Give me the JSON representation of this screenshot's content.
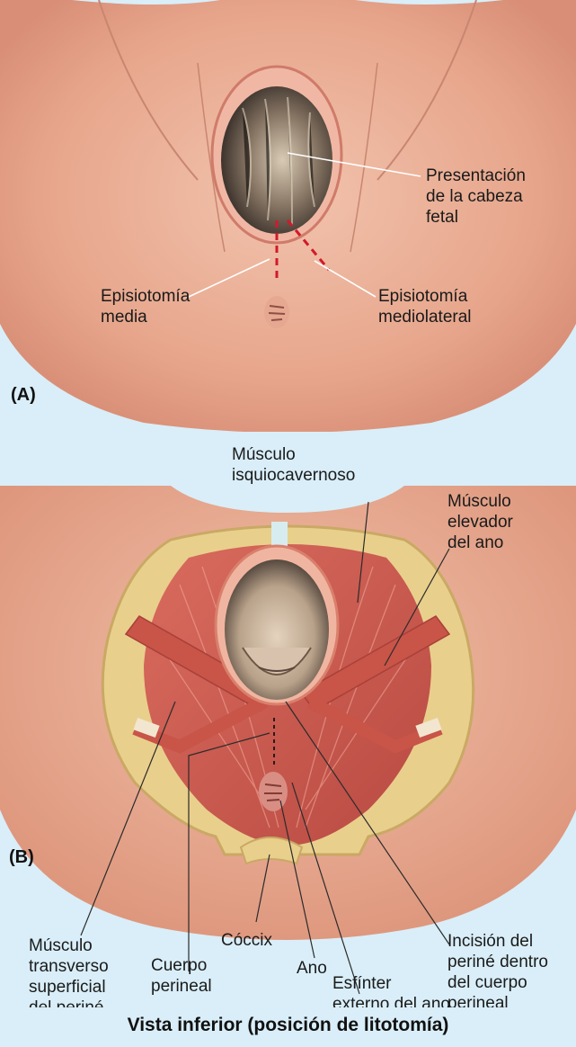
{
  "panel_a": {
    "letter": "(A)",
    "labels": {
      "presentation": "Presentación\nde la cabeza\nfetal",
      "median": "Episiotomía\nmedia",
      "mediolateral": "Episiotomía\nmediolateral"
    }
  },
  "panel_b": {
    "letter": "(B)",
    "labels": {
      "ischio": "Músculo\nisquiocavernoso",
      "levator": "Músculo\nelevador\ndel ano",
      "transverse": "Músculo\ntransverso\nsuperficial\ndel periné",
      "perineal_body": "Cuerpo\nperineal",
      "coccyx": "Cóccix",
      "anus": "Ano",
      "sphincter": "Esfínter\nexterno del ano",
      "incision": "Incisión del\nperiné dentro\ndel cuerpo\nperineal"
    }
  },
  "caption": "Vista inferior (posición de litotomía)",
  "colors": {
    "background": "#d9eef8",
    "skin": "#e9ab92",
    "muscle": "#cf5a50",
    "bone": "#e9cf8c",
    "incision": "#d11a2a"
  }
}
